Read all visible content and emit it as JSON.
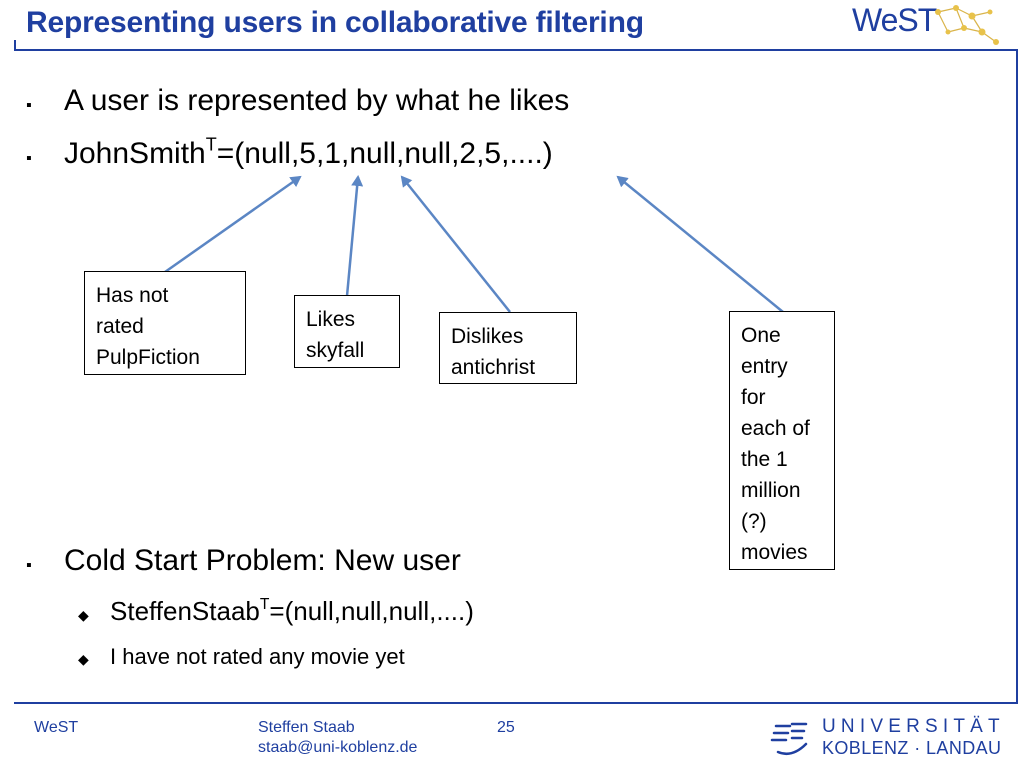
{
  "slide": {
    "title": "Representing users in collaborative filtering",
    "bullets": [
      {
        "text": "A user is represented by what he likes"
      },
      {
        "main": "JohnSmith",
        "sup": "T",
        "rest": "=(null,5,1,null,null,2,5,....)"
      },
      {
        "text": "Cold Start Problem: New user"
      }
    ],
    "sub_bullets": [
      {
        "main": "SteffenStaab",
        "sup": "T",
        "rest": "=(null,null,null,....)"
      },
      {
        "text": "I have not rated any movie yet"
      }
    ],
    "callouts": [
      "Has not\nrated\nPulpFiction",
      "Likes\nskyfall",
      "Dislikes\nantichrist",
      "One\nentry\nfor\neach of\nthe 1\nmillion\n(?)\nmovies"
    ],
    "bullet_glyph": "▪",
    "sub_bullet_glyph": "◆",
    "accent_color": "#1f3fa0",
    "arrow_color": "#5b86c4"
  },
  "logo": {
    "text": "WeST"
  },
  "footer": {
    "left": "WeST",
    "author": "Steffen Staab",
    "email": "staab@uni-koblenz.de",
    "page": "25",
    "university_line1": "UNIVERSITÄT",
    "university_line2": "KOBLENZ · LANDAU"
  }
}
